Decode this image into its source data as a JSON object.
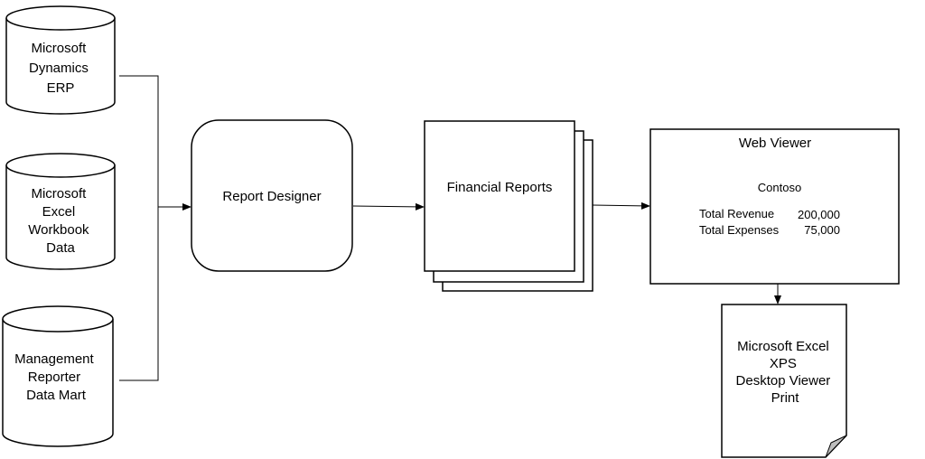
{
  "sources": {
    "dynamics": [
      "Microsoft",
      "Dynamics",
      "ERP"
    ],
    "excel": [
      "Microsoft",
      "Excel",
      "Workbook",
      "Data"
    ],
    "datamart": [
      "Management",
      "Reporter",
      "Data Mart"
    ]
  },
  "designer": {
    "label": "Report Designer"
  },
  "reports": {
    "label": "Financial Reports"
  },
  "viewer": {
    "title": "Web Viewer",
    "company": "Contoso",
    "rows": [
      {
        "label": "Total Revenue",
        "value": "200,000"
      },
      {
        "label": "Total Expenses",
        "value": "75,000"
      }
    ]
  },
  "outputs": {
    "lines": [
      "Microsoft Excel",
      "XPS",
      "Desktop Viewer",
      "Print"
    ]
  }
}
